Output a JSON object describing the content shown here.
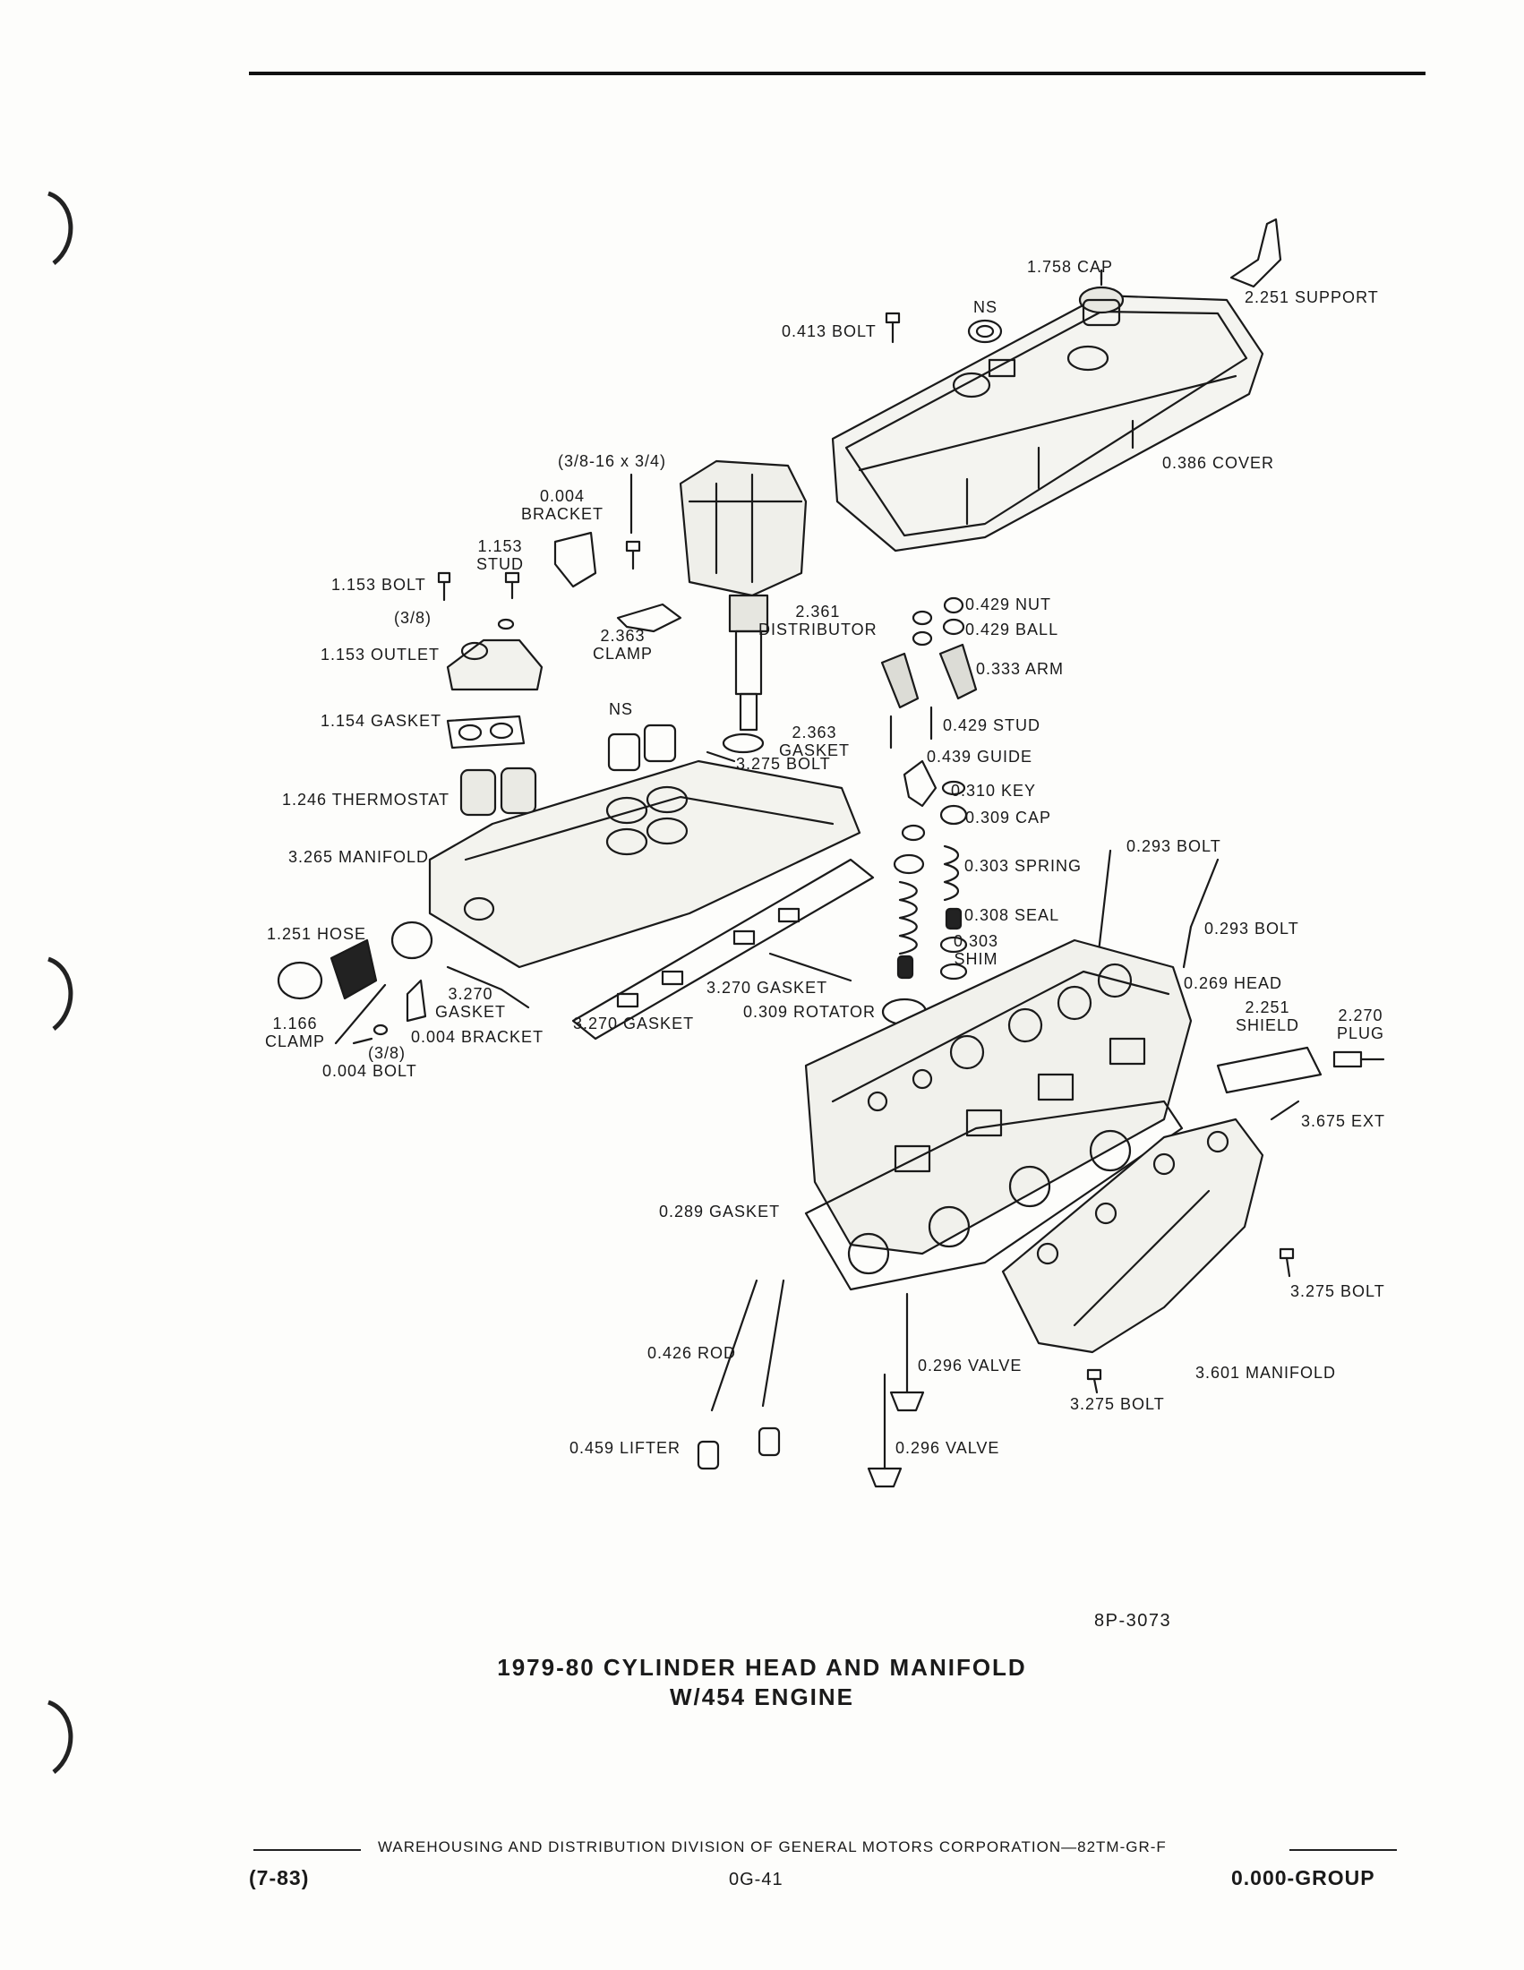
{
  "figure_code": "8P-3073",
  "title": {
    "line1": "1979-80 CYLINDER HEAD AND MANIFOLD",
    "line2": "W/454 ENGINE"
  },
  "labels": {
    "cap_1758": "1.758 CAP",
    "support_2251": "2.251 SUPPORT",
    "ns_top": "NS",
    "bolt_0413": "0.413 BOLT",
    "cover_0386": "0.386 COVER",
    "bolt_size": "(3/8-16 x 3/4)",
    "bracket_0004_num": "0.004",
    "bracket_0004_name": "BRACKET",
    "stud_1153_num": "1.153",
    "stud_1153_name": "STUD",
    "bolt_1153": "1.153 BOLT",
    "washer_38": "(3/8)",
    "outlet_1153": "1.153 OUTLET",
    "distributor_num": "2.361",
    "distributor_name": "DISTRIBUTOR",
    "clamp_2363_num": "2.363",
    "clamp_2363_name": "CLAMP",
    "nut_0429": "0.429 NUT",
    "ball_0429": "0.429 BALL",
    "arm_0333": "0.333 ARM",
    "gasket_1154": "1.154 GASKET",
    "ns_mid": "NS",
    "gasket_2363_num": "2.363",
    "gasket_2363_name": "GASKET",
    "bolt_3275_top": "3.275 BOLT",
    "stud_0429": "0.429 STUD",
    "guide_0439": "0.439 GUIDE",
    "thermostat_1246": "1.246 THERMOSTAT",
    "key_0310": "0.310 KEY",
    "cap_0309": "0.309 CAP",
    "manifold_3265": "3.265 MANIFOLD",
    "bolt_0293_a": "0.293 BOLT",
    "spring_0303": "0.303 SPRING",
    "seal_0308": "0.308 SEAL",
    "bolt_0293_b": "0.293 BOLT",
    "hose_1251": "1.251 HOSE",
    "shim_0303_num": "0.303",
    "shim_0303_name": "SHIM",
    "head_0269": "0.269 HEAD",
    "gasket_3270_small_num": "3.270",
    "gasket_3270_small_name": "GASKET",
    "gasket_3270_right": "3.270 GASKET",
    "rotator_0309": "0.309 ROTATOR",
    "shield_2251_num": "2.251",
    "shield_2251_name": "SHIELD",
    "plug_2270_num": "2.270",
    "plug_2270_name": "PLUG",
    "clamp_1166_num": "1.166",
    "clamp_1166_name": "CLAMP",
    "bracket_0004_b": "0.004 BRACKET",
    "gasket_3270_left": "3.270 GASKET",
    "washer_38_b": "(3/8)",
    "bolt_0004": "0.004 BOLT",
    "ext_3675": "3.675 EXT",
    "gasket_0289": "0.289 GASKET",
    "bolt_3275_right": "3.275 BOLT",
    "rod_0426": "0.426 ROD",
    "valve_0296_a": "0.296 VALVE",
    "manifold_3601": "3.601 MANIFOLD",
    "bolt_3275_bottom": "3.275 BOLT",
    "lifter_0459": "0.459 LIFTER",
    "valve_0296_b": "0.296 VALVE"
  },
  "footer": {
    "division": "WAREHOUSING AND DISTRIBUTION  DIVISION OF GENERAL MOTORS CORPORATION—82TM-GR-F",
    "date": "(7-83)",
    "page": "0G-41",
    "group": "0.000-GROUP"
  }
}
